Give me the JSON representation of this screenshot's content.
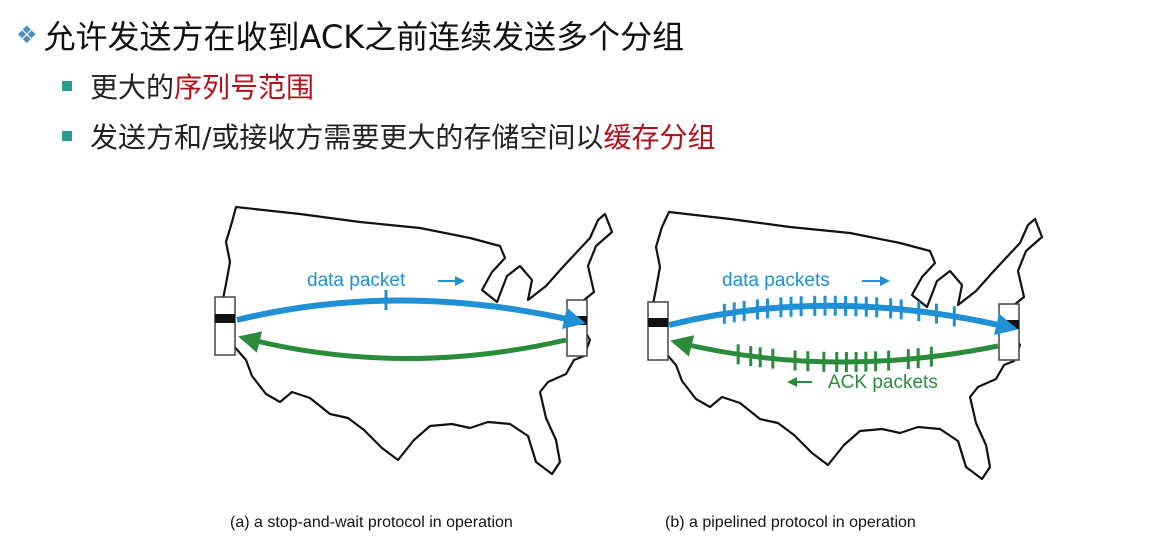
{
  "heading": {
    "text": "允许发送方在收到ACK之前连续发送多个分组",
    "bullet_icon": "diamond-bullet"
  },
  "points": [
    {
      "plain": "更大的",
      "highlight": "序列号范围"
    },
    {
      "plain": "发送方和/或接收方需要更大的存储空间以",
      "highlight": "缓存分组"
    }
  ],
  "panel_a": {
    "packet_label": "data packet",
    "caption": "(a) a stop-and-wait protocol in operation"
  },
  "panel_b": {
    "packet_label": "data packets",
    "ack_label": "ACK packets",
    "caption": "(b) a pipelined protocol in operation"
  },
  "colors": {
    "data": "#1f8fd6",
    "ack": "#2a8c3a",
    "highlight": "#b3121b",
    "bullet": "#2a9a8c"
  }
}
